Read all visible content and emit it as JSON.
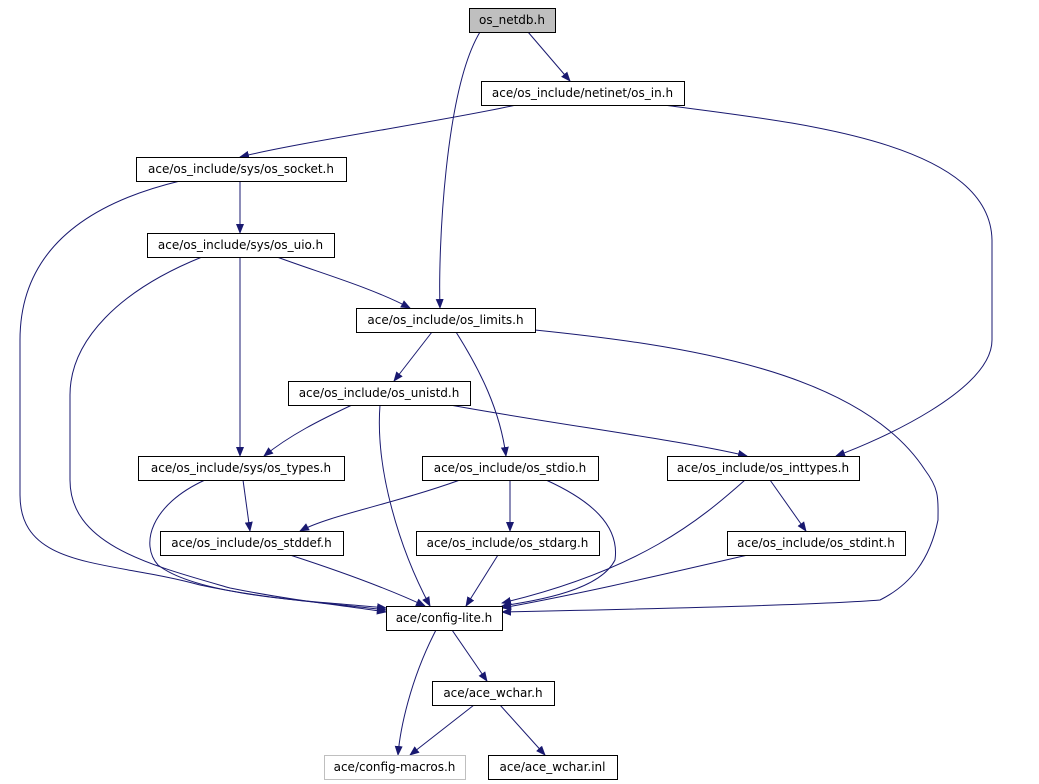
{
  "colors": {
    "edge": "#191970",
    "root_fill": "#bfbfbf",
    "faint_border": "#bfbfbf"
  },
  "nodes": [
    {
      "id": "os_netdb",
      "label": "os_netdb.h",
      "root": true
    },
    {
      "id": "os_in",
      "label": "ace/os_include/netinet/os_in.h"
    },
    {
      "id": "os_socket",
      "label": "ace/os_include/sys/os_socket.h"
    },
    {
      "id": "os_uio",
      "label": "ace/os_include/sys/os_uio.h"
    },
    {
      "id": "os_limits",
      "label": "ace/os_include/os_limits.h"
    },
    {
      "id": "os_unistd",
      "label": "ace/os_include/os_unistd.h"
    },
    {
      "id": "os_types",
      "label": "ace/os_include/sys/os_types.h"
    },
    {
      "id": "os_stdio",
      "label": "ace/os_include/os_stdio.h"
    },
    {
      "id": "os_inttypes",
      "label": "ace/os_include/os_inttypes.h"
    },
    {
      "id": "os_stddef",
      "label": "ace/os_include/os_stddef.h"
    },
    {
      "id": "os_stdarg",
      "label": "ace/os_include/os_stdarg.h"
    },
    {
      "id": "os_stdint",
      "label": "ace/os_include/os_stdint.h"
    },
    {
      "id": "config_lite",
      "label": "ace/config-lite.h"
    },
    {
      "id": "ace_wchar",
      "label": "ace/ace_wchar.h"
    },
    {
      "id": "config_macros",
      "label": "ace/config-macros.h",
      "faint": true
    },
    {
      "id": "ace_wchar_inl",
      "label": "ace/ace_wchar.inl"
    }
  ],
  "edges": [
    {
      "from": "os_netdb",
      "to": "os_in"
    },
    {
      "from": "os_netdb",
      "to": "os_limits"
    },
    {
      "from": "os_in",
      "to": "os_socket"
    },
    {
      "from": "os_in",
      "to": "os_inttypes"
    },
    {
      "from": "os_socket",
      "to": "os_uio"
    },
    {
      "from": "os_socket",
      "to": "config_lite"
    },
    {
      "from": "os_uio",
      "to": "os_limits"
    },
    {
      "from": "os_uio",
      "to": "os_types"
    },
    {
      "from": "os_uio",
      "to": "config_lite"
    },
    {
      "from": "os_limits",
      "to": "os_unistd"
    },
    {
      "from": "os_limits",
      "to": "os_stdio"
    },
    {
      "from": "os_limits",
      "to": "config_lite"
    },
    {
      "from": "os_unistd",
      "to": "os_types"
    },
    {
      "from": "os_unistd",
      "to": "os_inttypes"
    },
    {
      "from": "os_unistd",
      "to": "config_lite"
    },
    {
      "from": "os_types",
      "to": "os_stddef"
    },
    {
      "from": "os_types",
      "to": "config_lite"
    },
    {
      "from": "os_stdio",
      "to": "os_stddef"
    },
    {
      "from": "os_stdio",
      "to": "os_stdarg"
    },
    {
      "from": "os_stdio",
      "to": "config_lite"
    },
    {
      "from": "os_inttypes",
      "to": "os_stdint"
    },
    {
      "from": "os_inttypes",
      "to": "config_lite"
    },
    {
      "from": "os_stddef",
      "to": "config_lite"
    },
    {
      "from": "os_stdarg",
      "to": "config_lite"
    },
    {
      "from": "os_stdint",
      "to": "config_lite"
    },
    {
      "from": "config_lite",
      "to": "ace_wchar"
    },
    {
      "from": "config_lite",
      "to": "config_macros"
    },
    {
      "from": "ace_wchar",
      "to": "config_macros"
    },
    {
      "from": "ace_wchar",
      "to": "ace_wchar_inl"
    }
  ]
}
